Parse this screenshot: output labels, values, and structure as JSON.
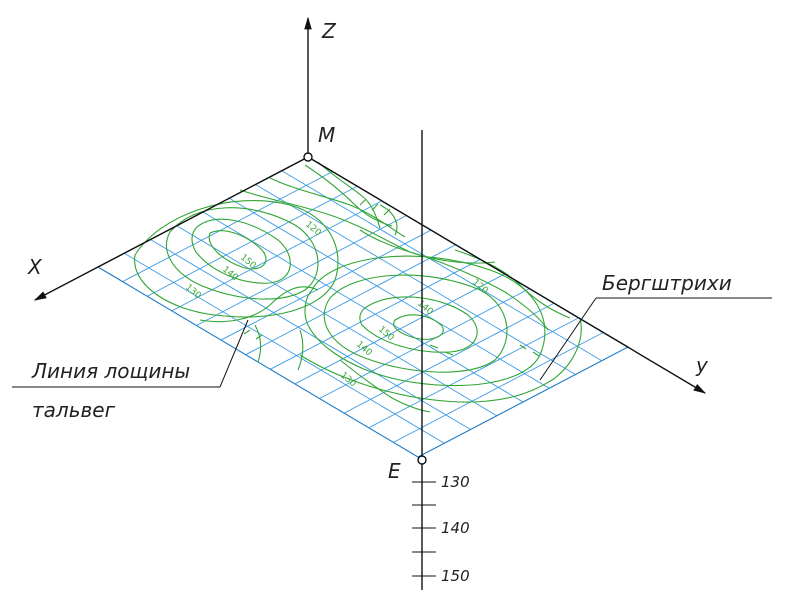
{
  "axes": {
    "z": "Z",
    "x": "X",
    "y": "y"
  },
  "points": {
    "m": "M",
    "e": "E"
  },
  "callouts": {
    "hachures": "Бергштрихи",
    "thalweg_line1": "Линия лощины",
    "thalweg_line2": "тальвег"
  },
  "scale_ticks": [
    "130",
    "140",
    "150"
  ],
  "contour_labels": [
    "120",
    "150",
    "140",
    "130",
    "120",
    "140",
    "150",
    "140",
    "130"
  ],
  "colors": {
    "grid": "#3b9be6",
    "contour": "#2fa533",
    "ink": "#111111"
  }
}
